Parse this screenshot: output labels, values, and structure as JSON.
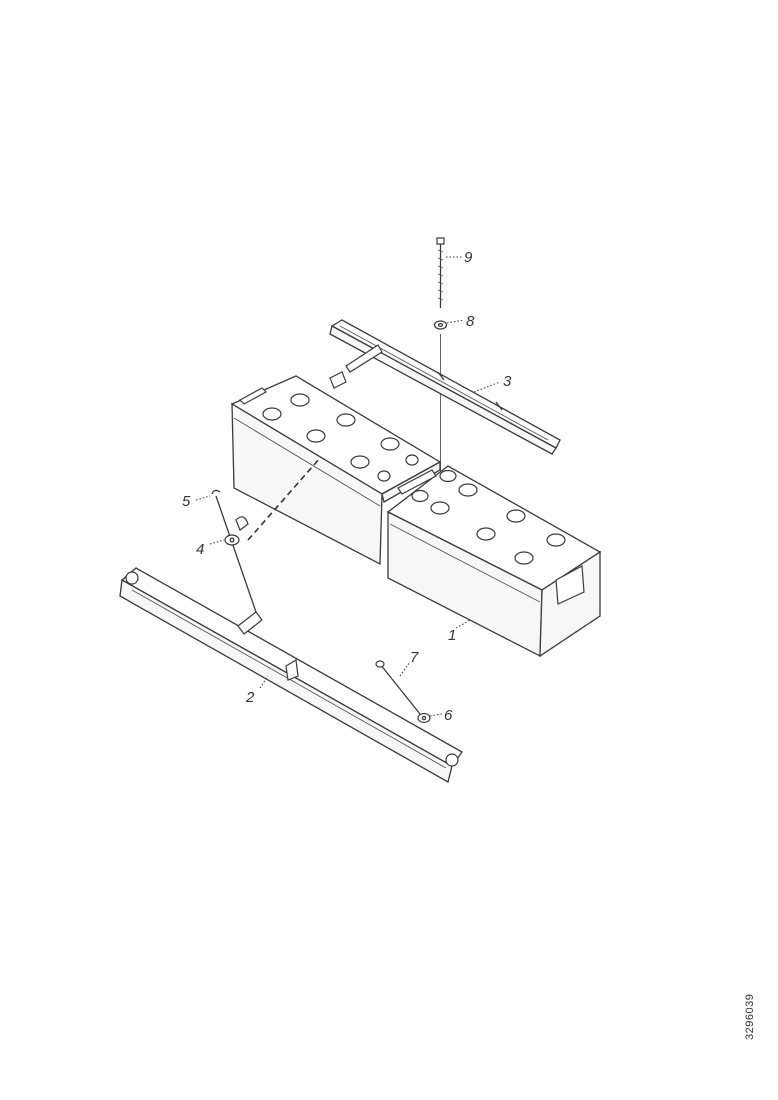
{
  "diagram": {
    "callouts": [
      {
        "id": "1",
        "label": "1"
      },
      {
        "id": "2",
        "label": "2"
      },
      {
        "id": "3",
        "label": "3"
      },
      {
        "id": "4",
        "label": "4"
      },
      {
        "id": "5",
        "label": "5"
      },
      {
        "id": "6",
        "label": "6"
      },
      {
        "id": "7",
        "label": "7"
      },
      {
        "id": "8",
        "label": "8"
      },
      {
        "id": "9",
        "label": "9"
      }
    ],
    "reference_code": "3296039"
  }
}
